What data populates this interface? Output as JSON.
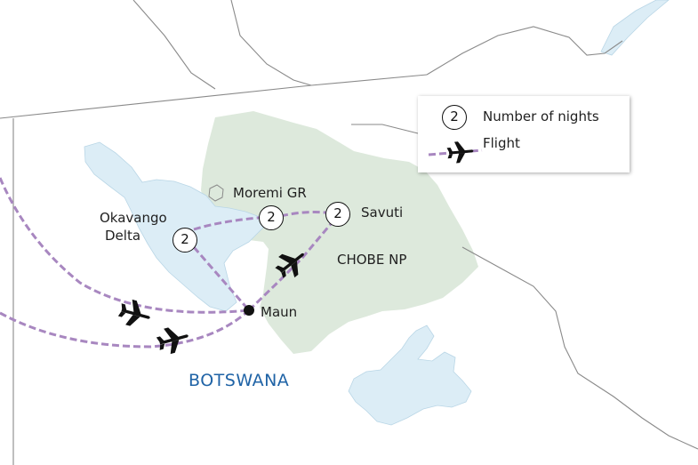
{
  "colors": {
    "park": "#dde9dc",
    "water": "#dcedf6",
    "border": "#8a8a8a",
    "route": "#a887c0",
    "country_label": "#1f63a6",
    "text": "#1f1f1f"
  },
  "legend": {
    "nights_badge": "2",
    "nights_label": "Number of nights",
    "flight_label": "Flight",
    "flight_icon": "plane-icon"
  },
  "labels": {
    "country": "BOTSWANA",
    "park": "CHOBE NP",
    "reserve": "Moremi GR",
    "delta_line1": "Okavango",
    "delta_line2": "Delta",
    "savuti": "Savuti",
    "maun": "Maun"
  },
  "stops": [
    {
      "name": "Okavango Delta",
      "nights": "2"
    },
    {
      "name": "Moremi GR",
      "nights": "2"
    },
    {
      "name": "Savuti",
      "nights": "2"
    }
  ],
  "hub": "Maun"
}
